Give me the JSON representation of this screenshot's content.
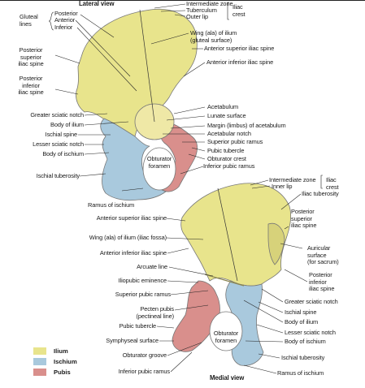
{
  "views": {
    "lateral": "Lateral view",
    "medial": "Medial view"
  },
  "lateral": {
    "intermediate_zone": "Intermediate zone",
    "tuberculum": "Tuberculum",
    "outer_lip": "Outer lip",
    "iliac_crest": "Iliac\ncrest",
    "gluteal_lines": "Gluteal\nlines",
    "posterior": "Posterior",
    "anterior": "Anterior",
    "inferior": "Inferior",
    "wing_ilium": "Wing (ala) of ilium\n(gluteal surface)",
    "asis": "Anterior superior iliac spine",
    "aiis": "Anterior inferior iliac spine",
    "psis": "Posterior\nsuperior\niliac spine",
    "piis": "Posterior\ninferior\niliac spine",
    "acetabulum": "Acetabulum",
    "lunate": "Lunate surface",
    "margin": "Margin (limbus) of acetabulum",
    "acetabular_notch": "Acetabular notch",
    "superior_pubic_ramus": "Superior pubic ramus",
    "pubic_tubercle": "Pubic tubercle",
    "obturator_crest": "Obturator crest",
    "inferior_pubic_ramus": "Inferior pubic ramus",
    "greater_sciatic": "Greater sciatic notch",
    "body_ilium": "Body of ilium",
    "ischial_spine": "Ischial spine",
    "lesser_sciatic": "Lesser sciatic notch",
    "body_ischium": "Body of ischium",
    "ischial_tuberosity": "Ischial tuberosity",
    "obturator_foramen": "Obturator\nforamen",
    "ramus_ischium": "Ramus of ischium"
  },
  "medial": {
    "intermediate_zone": "Intermediate zone",
    "inner_lip": "Inner lip",
    "iliac_crest": "Iliac\ncrest",
    "iliac_tuberosity": "Iliac tuberosity",
    "psis": "Posterior\nsuperior\niliac spine",
    "asis": "Anterior superior iliac spine",
    "wing_iliac_fossa": "Wing (ala) of ilium (iliac fossa)",
    "auricular": "Auricular\nsurface\n(for sacrum)",
    "aiis": "Anterior inferior iliac spine",
    "piis": "Posterior\ninferior\niliac spine",
    "arcuate": "Arcuate line",
    "iliopubic": "Iliopubic eminence",
    "greater_sciatic": "Greater sciatic notch",
    "superior_pubic_ramus": "Superior pubic ramus",
    "ischial_spine": "Ischial spine",
    "pecten": "Pecten pubis\n(pectineal line)",
    "body_ilium": "Body of ilium",
    "pubic_tubercle": "Pubic tubercle",
    "lesser_sciatic": "Lesser sciatic notch",
    "symphyseal": "Symphyseal surface",
    "body_ischium": "Body of ischium",
    "obturator_foramen": "Obturator\nforamen",
    "obturator_groove": "Obturator groove",
    "ischial_tuberosity": "Ischial tuberosity",
    "inferior_pubic_ramus": "Inferior pubic ramus",
    "ramus_ischium": "Ramus of ischium"
  },
  "legend": [
    {
      "label": "Ilium",
      "color": "#e8e48c"
    },
    {
      "label": "Ischium",
      "color": "#a9c9dd"
    },
    {
      "label": "Pubis",
      "color": "#d98f8c"
    }
  ],
  "colors": {
    "ilium": "#e8e48c",
    "ischium": "#a9c9dd",
    "pubis": "#d98f8c",
    "leader": "#222222"
  }
}
